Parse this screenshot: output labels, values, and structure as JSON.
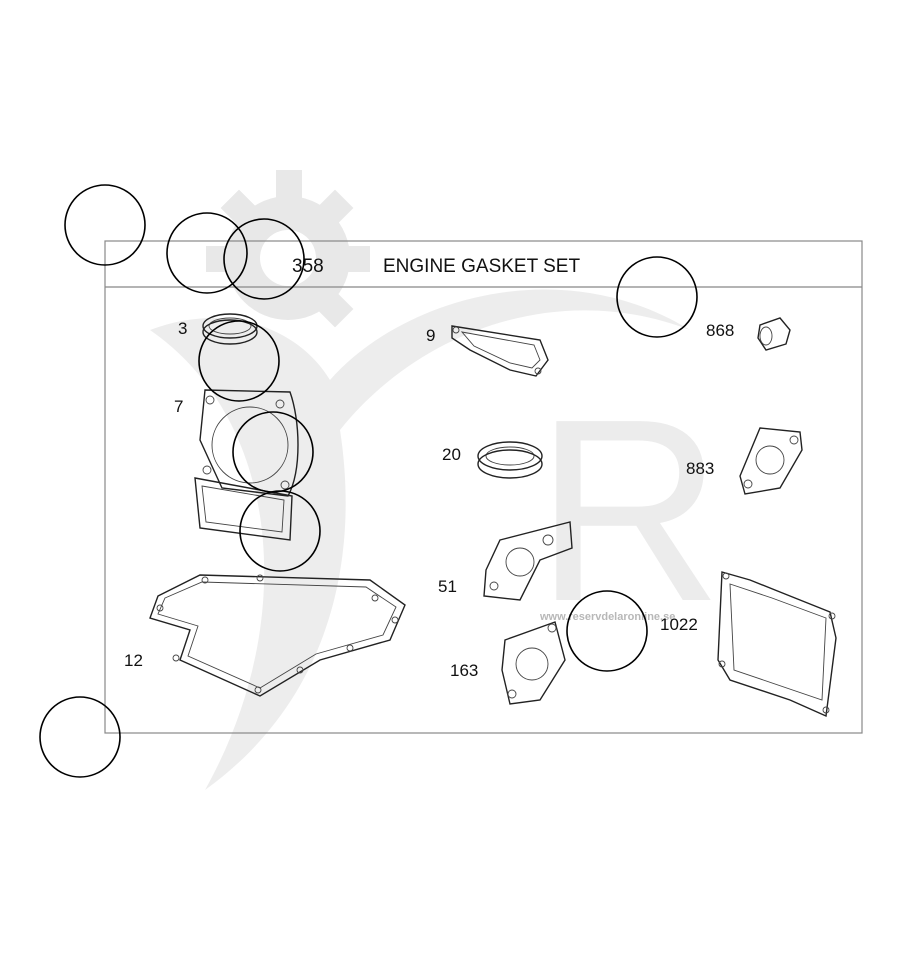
{
  "header": {
    "part_number": "358",
    "title": "ENGINE GASKET SET"
  },
  "parts": [
    {
      "id": "3",
      "label": "3"
    },
    {
      "id": "7",
      "label": "7"
    },
    {
      "id": "9",
      "label": "9"
    },
    {
      "id": "12",
      "label": "12"
    },
    {
      "id": "20",
      "label": "20"
    },
    {
      "id": "51",
      "label": "51"
    },
    {
      "id": "163",
      "label": "163"
    },
    {
      "id": "868",
      "label": "868"
    },
    {
      "id": "883",
      "label": "883"
    },
    {
      "id": "1022",
      "label": "1022"
    }
  ],
  "watermark": {
    "text": "www.reservdelaronline.se",
    "letter": "R",
    "color": "#e6e6e6"
  }
}
